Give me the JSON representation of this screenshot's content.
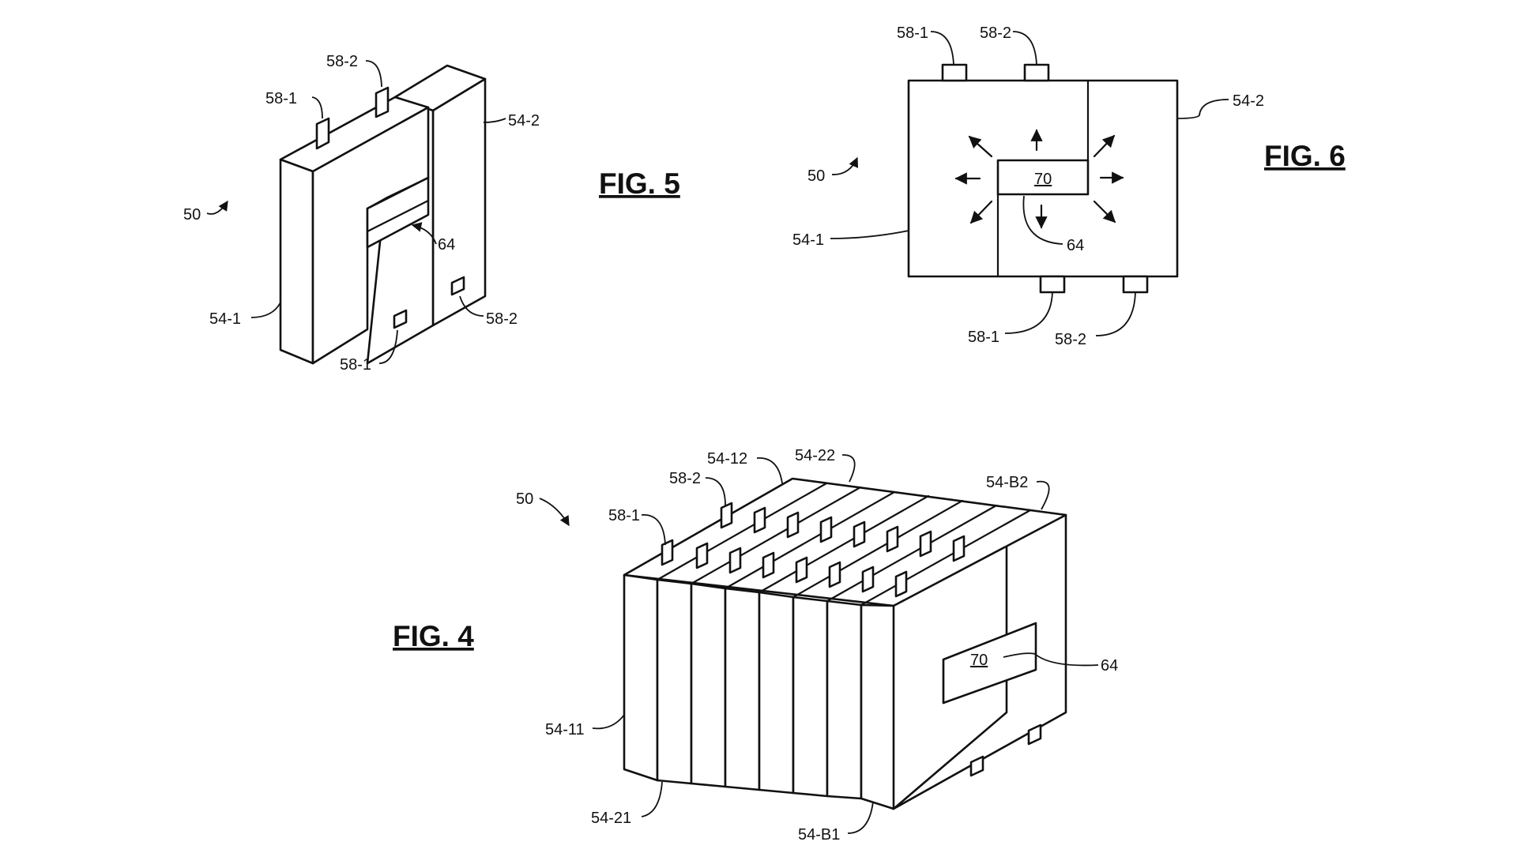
{
  "figures": {
    "fig5": {
      "title": "FIG. 5",
      "labels": {
        "ref_50": "50",
        "ref_54_1": "54-1",
        "ref_54_2": "54-2",
        "ref_58_1_top": "58-1",
        "ref_58_2_top": "58-2",
        "ref_58_1_bottom": "58-1",
        "ref_58_2_bottom": "58-2",
        "ref_64": "64"
      }
    },
    "fig6": {
      "title": "FIG. 6",
      "labels": {
        "ref_50": "50",
        "ref_54_1": "54-1",
        "ref_54_2": "54-2",
        "ref_58_1_top": "58-1",
        "ref_58_2_top": "58-2",
        "ref_58_1_bottom": "58-1",
        "ref_58_2_bottom": "58-2",
        "ref_64": "64",
        "ref_70": "70"
      }
    },
    "fig4": {
      "title": "FIG. 4",
      "labels": {
        "ref_50": "50",
        "ref_54_12": "54-12",
        "ref_54_22": "54-22",
        "ref_54_B2": "54-B2",
        "ref_58_1": "58-1",
        "ref_58_2": "58-2",
        "ref_54_11": "54-11",
        "ref_54_21": "54-21",
        "ref_54_B1": "54-B1",
        "ref_64": "64",
        "ref_70": "70"
      }
    }
  }
}
